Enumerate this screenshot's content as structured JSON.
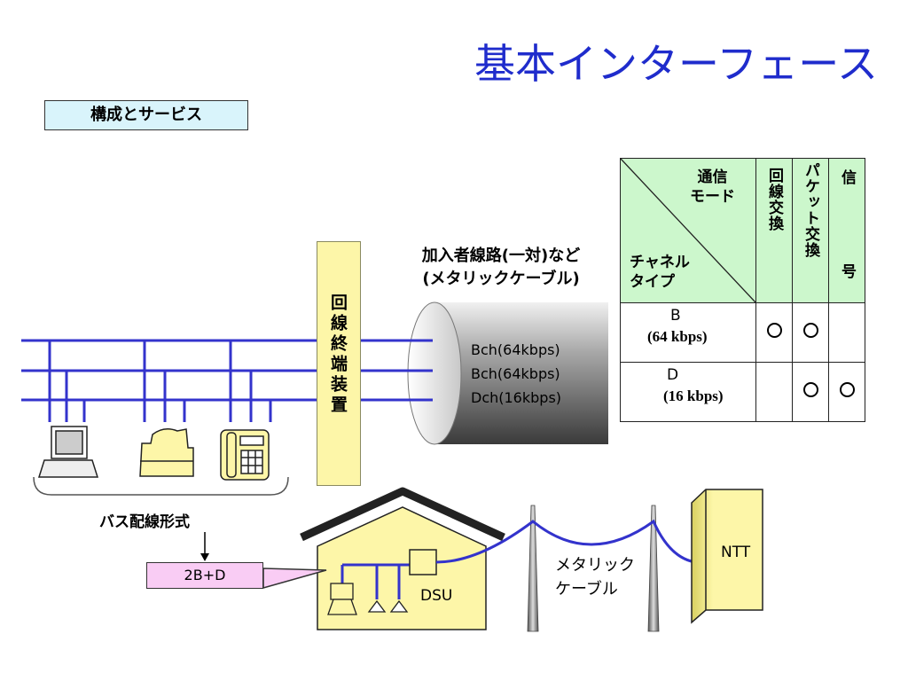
{
  "title": "基本インターフェース",
  "subtitle": "構成とサービス",
  "termination_unit": "回線終端装置",
  "cable": {
    "line1": "加入者線路(一対)など",
    "line2": "(メタリックケーブル)"
  },
  "channels": [
    "Bch(64kbps)",
    "Bch(64kbps)",
    "Dch(16kbps)"
  ],
  "bus_label": "バス配線形式",
  "interface_label": "2B+D",
  "dsu_label": "DSU",
  "metallic_cable": {
    "line1": "メタリック",
    "line2": "ケーブル"
  },
  "ntt_label": "NTT",
  "table": {
    "header_top_line1": "通信",
    "header_top_line2": "モード",
    "header_bottom_line1": "チャネル",
    "header_bottom_line2": "タイプ",
    "columns": [
      "回線交換",
      "パケット交換",
      "信",
      "号"
    ],
    "rows": [
      {
        "name": "B",
        "rate": "(64 kbps)",
        "marks": [
          true,
          true,
          false
        ]
      },
      {
        "name": "D",
        "rate": "(16 kbps)",
        "marks": [
          false,
          true,
          true
        ]
      }
    ]
  },
  "colors": {
    "title": "#1f2ccc",
    "bus_line": "#3333cc",
    "table_bg": "#ccf7cc"
  }
}
